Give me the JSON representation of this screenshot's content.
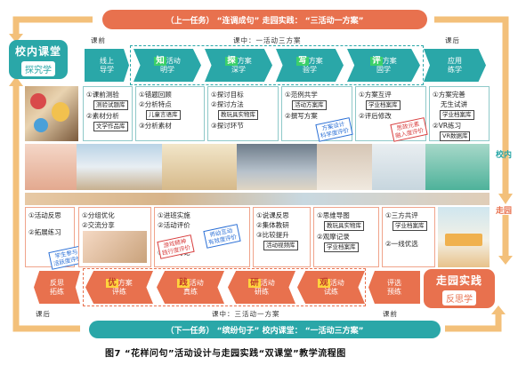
{
  "top_banner": "（上一任务） “连调成句” 走园实践： “三活动一方案”",
  "bottom_banner": "（下一任务） “缤纷句子” 校内课堂： “一活动三方案”",
  "left_box": {
    "title": "校内课堂",
    "subtitle": "探究学"
  },
  "right_box": {
    "title": "走园实践",
    "subtitle": "反思学"
  },
  "top_stages": {
    "pre": "课前",
    "mid": "课中：一活动三方案",
    "post": "课后"
  },
  "bottom_stages": {
    "post": "课后",
    "mid": "课中：三活动一方案",
    "pre": "课前"
  },
  "top_chevrons": [
    {
      "pre": "",
      "hl": "",
      "post": "线上",
      "line2": "导学"
    },
    {
      "pre": "",
      "hl": "知",
      "post": "活动",
      "line2": "明学"
    },
    {
      "pre": "",
      "hl": "探",
      "post": "方案",
      "line2": "深学"
    },
    {
      "pre": "",
      "hl": "写",
      "post": "方案",
      "line2": "验学"
    },
    {
      "pre": "",
      "hl": "评",
      "post": "方案",
      "line2": "固学"
    },
    {
      "pre": "",
      "hl": "",
      "post": "应用",
      "line2": "练学"
    }
  ],
  "bottom_chevrons": [
    {
      "hl": "",
      "post": "反思",
      "line2": "拓练"
    },
    {
      "hl": "优",
      "post": "方案",
      "line2": "评练"
    },
    {
      "hl": "践",
      "post": "活动",
      "line2": "真练"
    },
    {
      "hl": "研",
      "post": "活动",
      "line2": "研练"
    },
    {
      "hl": "观",
      "post": "活动",
      "line2": "试练"
    },
    {
      "hl": "",
      "post": "评选",
      "line2": "预练"
    }
  ],
  "top_panels": {
    "p1": {
      "items": [
        "①课前测验",
        "②素材分析"
      ],
      "tags": [
        "测验试题库",
        "文学作品库"
      ]
    },
    "p2": {
      "items": [
        "①错题回顾",
        "②分析特点",
        "③分析素材"
      ],
      "tags": [
        "儿童言语库"
      ]
    },
    "p3": {
      "items": [
        "①探讨目标",
        "②探讨方法",
        "③探讨环节"
      ],
      "tags": [
        "教玩具实物库"
      ]
    },
    "p4": {
      "items": [
        "①范例共学",
        "②撰写方案"
      ],
      "tags": [
        "活动方案库"
      ],
      "stamp": "方案设计\n科学度评价"
    },
    "p5": {
      "items": [
        "①方案互评",
        "②评后修改"
      ],
      "tags": [
        "学业档案库"
      ],
      "stamp": "思政元素\n融入度评价"
    },
    "p6": {
      "items": [
        "①方案完善",
        "无生试讲",
        "②VR练习"
      ],
      "tags": [
        "学业档案库",
        "VR数据库"
      ]
    }
  },
  "bottom_panels": {
    "p1": {
      "items": [
        "①活动反思",
        "②拓展练习"
      ],
      "stamp": "学生参与\n活跃度评价"
    },
    "p2": {
      "items": [
        "①分组优化",
        "②交流分享"
      ]
    },
    "p3": {
      "items": [
        "①进班实施",
        "②活动评价",
        "③分享讨论"
      ],
      "stamp": "师幼互动\n有效度评价",
      "stamp2": "游戏精神\n践行度评价"
    },
    "p4": {
      "items": [
        "①说课反思",
        "②集体教研",
        "③比较提升"
      ],
      "tags": [
        "活动视频库"
      ]
    },
    "p5": {
      "items": [
        "①思维导图",
        "②观摩记录"
      ],
      "tags": [
        "教玩具实物库",
        "学业档案库"
      ]
    },
    "p6": {
      "items": [
        "①三方共评",
        "②一线优选"
      ],
      "tags": [
        "学业档案库"
      ]
    }
  },
  "side_labels": {
    "campus": "校内",
    "kindergarten": "走园"
  },
  "caption": "图7 “花样问句”活动设计与走园实践“双课堂”教学流程图",
  "colors": {
    "teal": "#2aa7a8",
    "coral": "#e8714e",
    "green_hl": "#3bd06a",
    "yellow_hl": "#ffd33d"
  }
}
